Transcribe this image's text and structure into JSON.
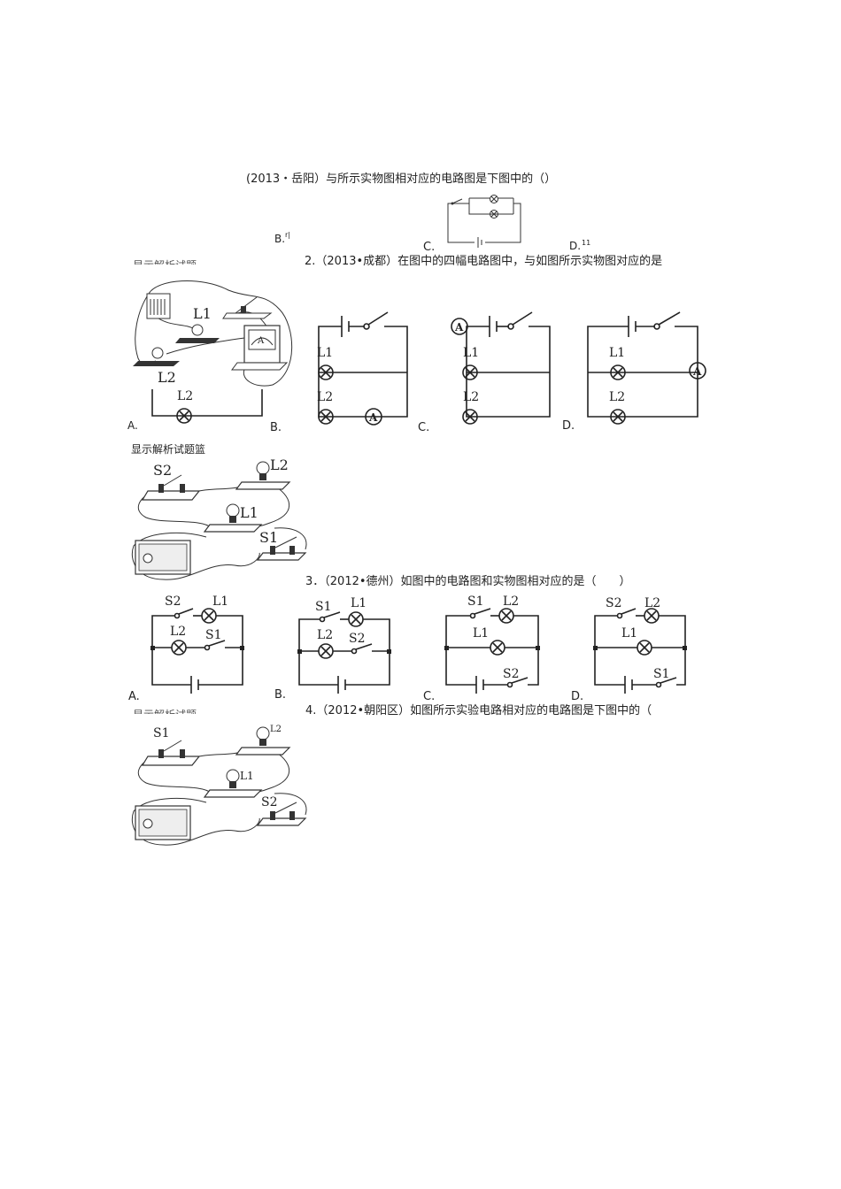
{
  "q1": {
    "stem": "(2013・岳阳）与所示实物图相对应的电路图是下图中的（）",
    "opt_b": "B.",
    "opt_b_tail": "r|",
    "opt_c": "C.",
    "opt_d": "D.",
    "opt_d_tail": "11"
  },
  "q2": {
    "cut_link": "显示解析试题",
    "stem": "2.（2013•成都）在图中的四幅电路图中，与如图所示实物图对应的是",
    "opt_a": "A.",
    "opt_b": "B.",
    "opt_c": "C.",
    "opt_d": "D.",
    "bulb_1": "L1",
    "bulb_2": "L2",
    "ammeter": "A"
  },
  "q3": {
    "link": "显示解析试题篮",
    "stem": "3．（2012•德州）如图中的电路图和实物图相对应的是（　　）",
    "opt_a": "A.",
    "opt_b": "B.",
    "opt_c": "C.",
    "opt_d": "D.",
    "switch_1": "S1",
    "switch_2": "S2",
    "bulb_1": "L1",
    "bulb_2": "L2"
  },
  "q4": {
    "cut_link": "显示解析试题",
    "stem": "4.（2012•朝阳区）如图所示实验电路相对应的电路图是下图中的（",
    "switch_1": "S1",
    "switch_2": "S2",
    "bulb_1": "L1",
    "bulb_2": "L2"
  }
}
